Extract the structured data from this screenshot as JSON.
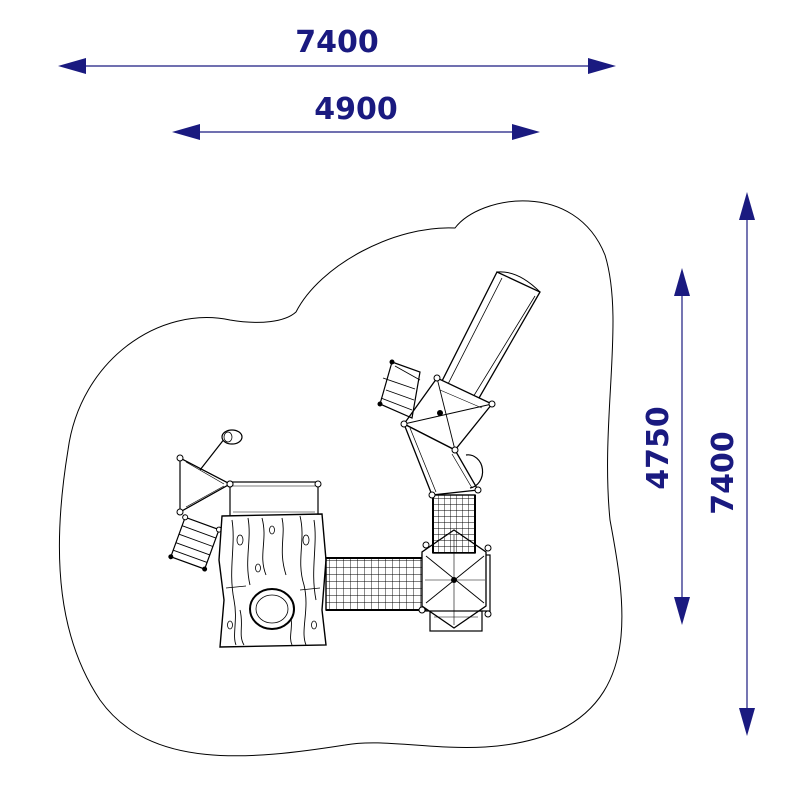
{
  "dimensions": {
    "top_overall": "7400",
    "top_inner": "4900",
    "right_inner": "4750",
    "right_overall": "7400"
  },
  "colors": {
    "dimension": "#1a1a80",
    "outline": "#000000",
    "paper": "#ffffff"
  }
}
